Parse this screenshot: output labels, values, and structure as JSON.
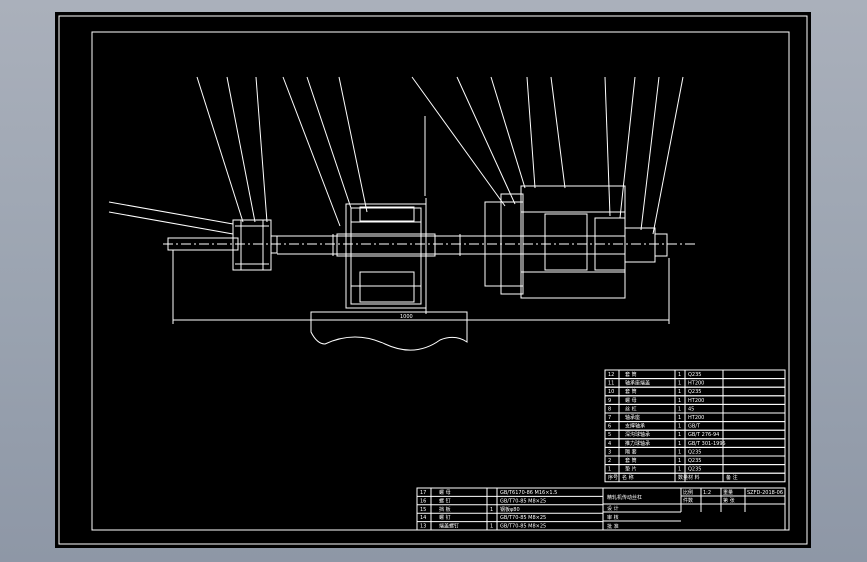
{
  "drawing": {
    "title": "精轧机传动丝杠",
    "scale": "1:2",
    "dimension_length": "1000",
    "parts_list": [
      {
        "no": "12",
        "name": "套 筒",
        "qty": "1",
        "material": "Q235"
      },
      {
        "no": "11",
        "name": "轴承座端盖",
        "qty": "1",
        "material": "HT200"
      },
      {
        "no": "10",
        "name": "套 筒",
        "qty": "1",
        "material": "Q235"
      },
      {
        "no": "9",
        "name": "螺 母",
        "qty": "1",
        "material": "HT200"
      },
      {
        "no": "8",
        "name": "丝 杠",
        "qty": "1",
        "material": "45"
      },
      {
        "no": "7",
        "name": "轴承座",
        "qty": "1",
        "material": "HT200"
      },
      {
        "no": "6",
        "name": "支撑轴承",
        "qty": "1",
        "material": "GB/T"
      },
      {
        "no": "5",
        "name": "深沟球轴承",
        "qty": "1",
        "material": "GB/T 276-94"
      },
      {
        "no": "4",
        "name": "推力球轴承",
        "qty": "1",
        "material": "GB/T 301-1995"
      },
      {
        "no": "3",
        "name": "隔 套",
        "qty": "1",
        "material": "Q235"
      },
      {
        "no": "2",
        "name": "套 筒",
        "qty": "1",
        "material": "Q235"
      },
      {
        "no": "1",
        "name": "垫 片",
        "qty": "1",
        "material": "Q235"
      }
    ],
    "parts_header": [
      "序号",
      "名 称",
      "数量",
      "材 料",
      "备 注"
    ],
    "title_block": {
      "left_rows": [
        {
          "no": "17",
          "name": "螺 母",
          "qty": "",
          "std": "GB/T6170-86 M16×1.5"
        },
        {
          "no": "16",
          "name": "螺 钉",
          "qty": "",
          "std": "GB/T70-85 M8×25"
        },
        {
          "no": "15",
          "name": "挡 板",
          "qty": "1",
          "std": "钢板φ80"
        },
        {
          "no": "14",
          "name": "螺 钉",
          "qty": "",
          "std": "GB/T70-85 M8×25"
        },
        {
          "no": "13",
          "name": "端盖螺钉",
          "qty": "1",
          "std": "GB/T70-85 M8×25"
        }
      ],
      "labels": {
        "scale_label": "比例",
        "qty_label": "件数",
        "weight_label": "重量",
        "sheet_label": "第 张",
        "design": "设 计",
        "check": "审 核",
        "approve": "批 准",
        "drawing_no": "SZFD-2018-06"
      }
    }
  }
}
